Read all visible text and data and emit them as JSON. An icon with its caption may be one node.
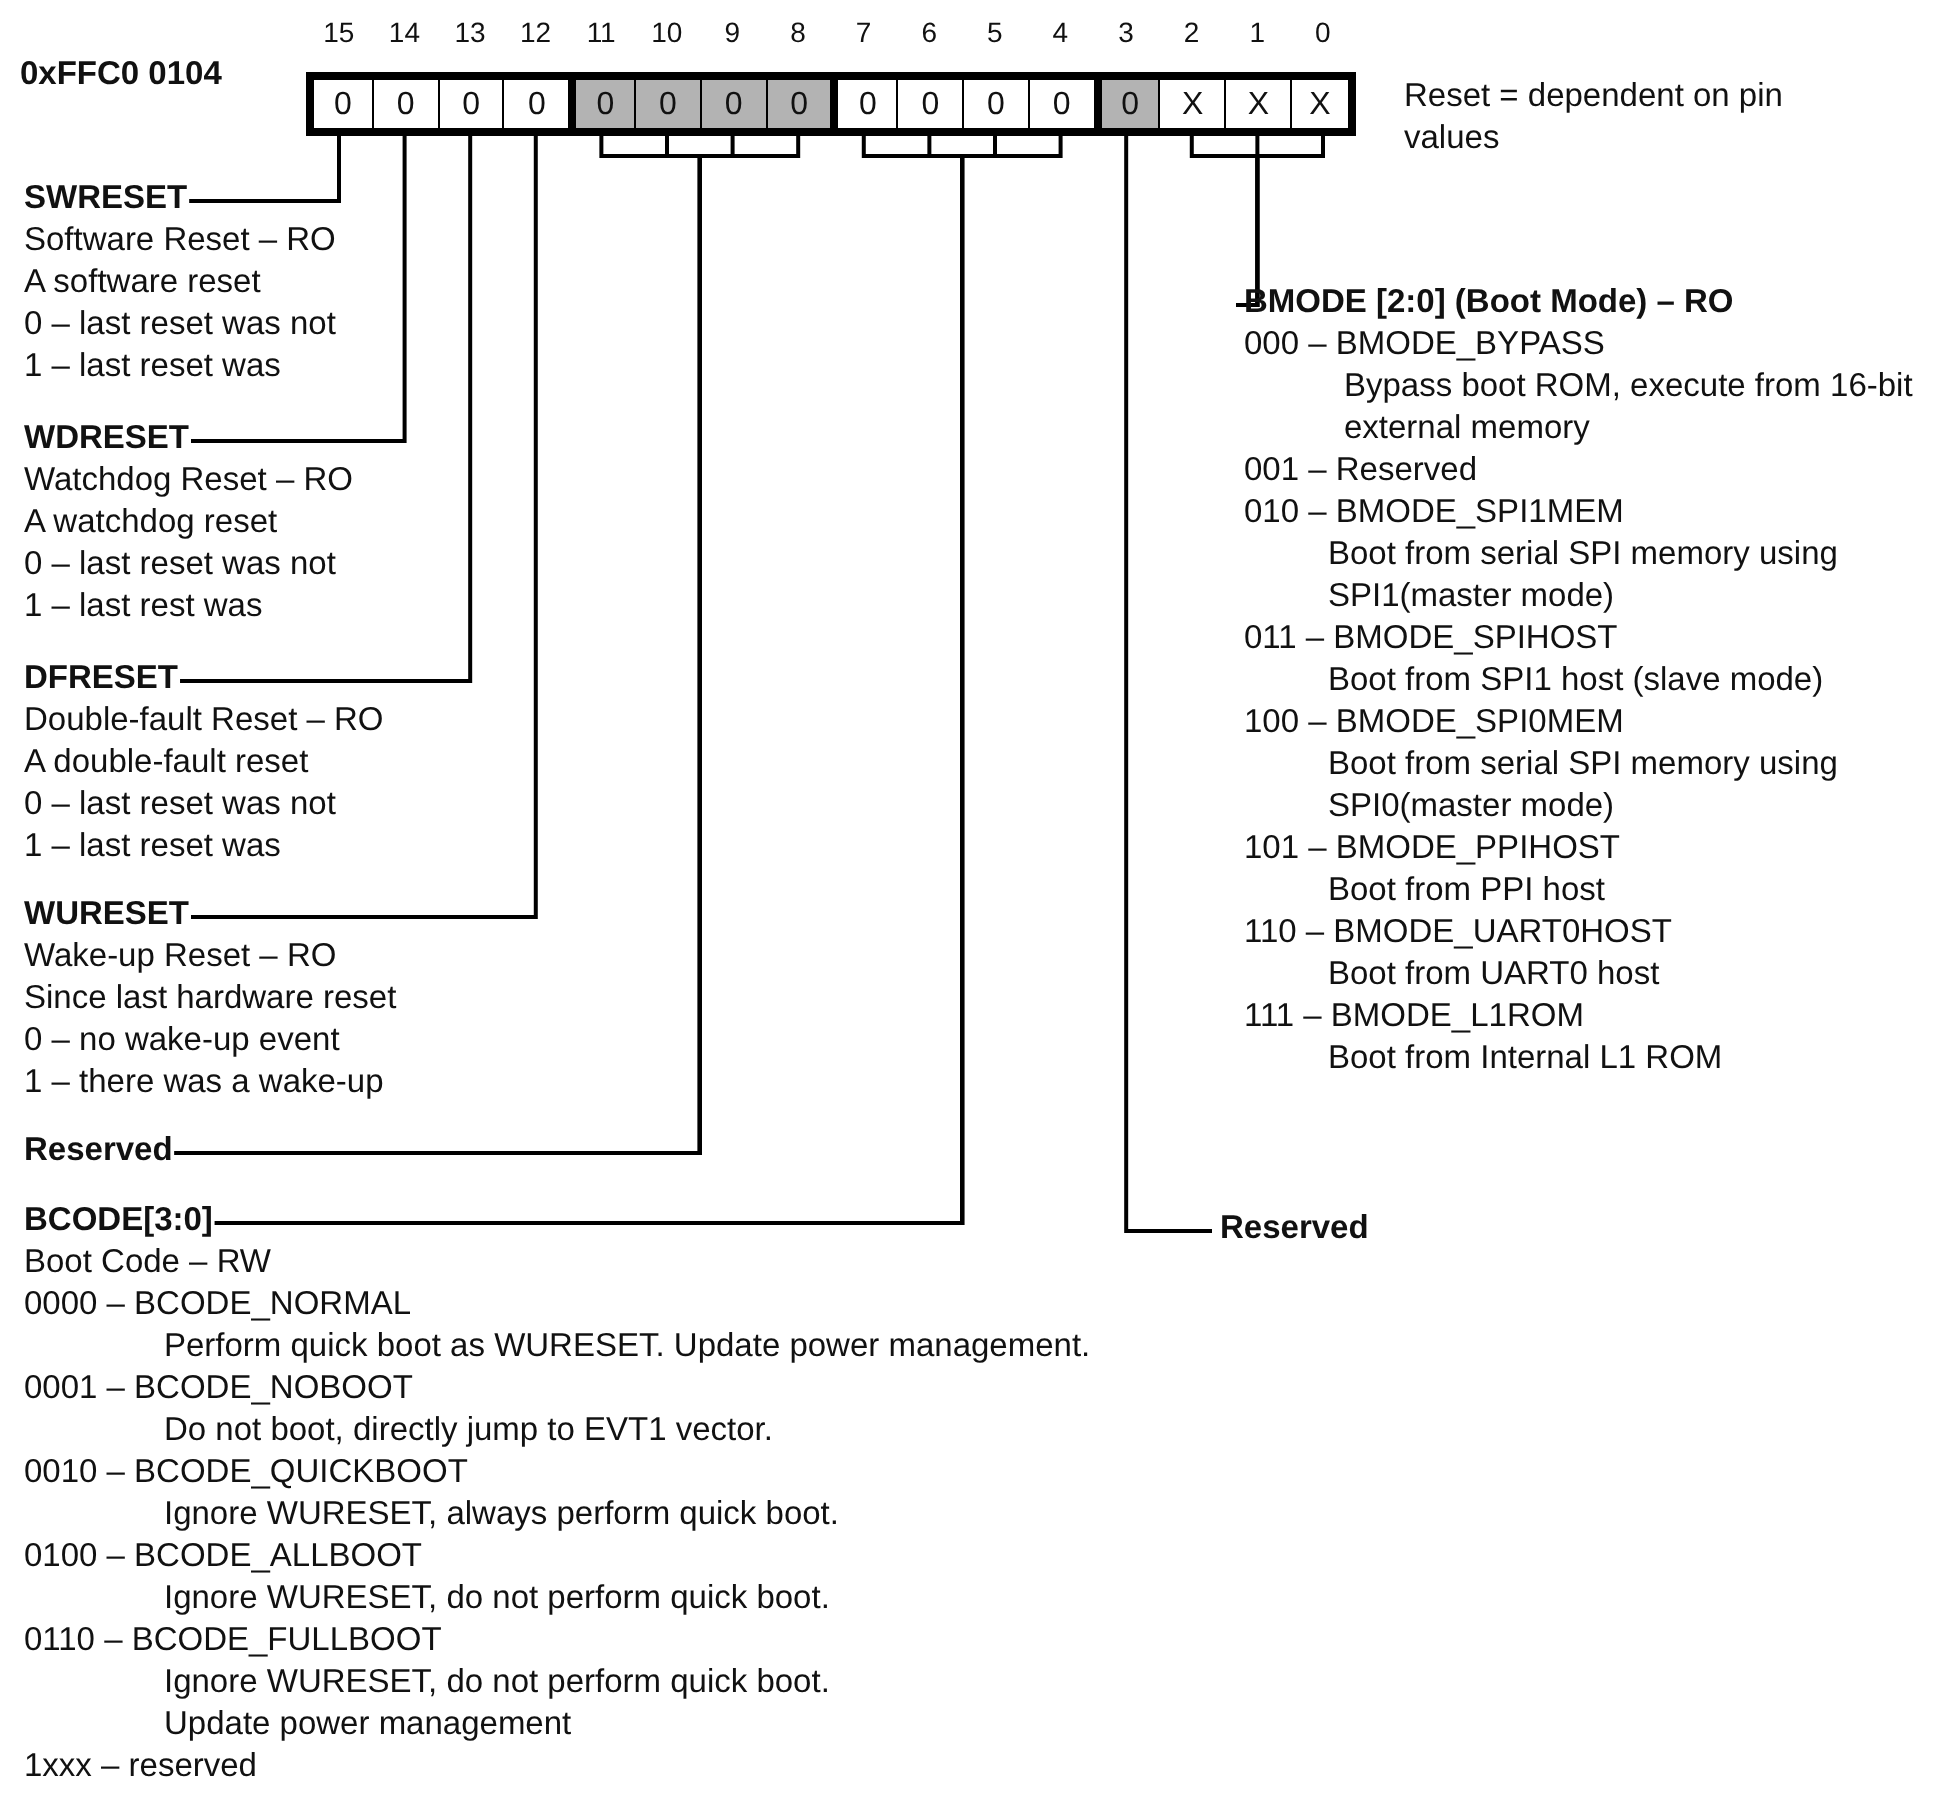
{
  "diagram": {
    "nodes": [
      {
        "text": [
          "0"
        ]
      },
      {
        "text": [
          "0"
        ]
      },
      {
        "text": [
          "0"
        ]
      },
      {
        "text": [
          "0"
        ]
      },
      {
        "text": [
          "0"
        ]
      },
      {
        "text": [
          "0"
        ]
      },
      {
        "text": [
          "0"
        ]
      },
      {
        "text": [
          "0"
        ]
      },
      {
        "text": [
          "0"
        ]
      },
      {
        "text": [
          "0"
        ]
      },
      {
        "text": [
          "0"
        ]
      },
      {
        "text": [
          "0"
        ]
      },
      {
        "text": [
          "0"
        ]
      },
      {
        "text": [
          "X"
        ]
      },
      {
        "text": [
          "X"
        ]
      },
      {
        "text": [
          "X"
        ]
      },
      {
        "text": [
          "SWRESET",
          "Software Reset – RO",
          "A software reset",
          "0 – last reset was not",
          "1 – last reset was"
        ]
      },
      {
        "text": [
          "BMODE [2:0] (Boot Mode) – RO",
          "000 – BMODE_BYPASS",
          "Bypass boot ROM, execute from 16-bit external memory",
          "001 – Reserved",
          "010 – BMODE_SPI1MEM",
          "Boot from serial SPI memory using SPI1(master mode)",
          "011 – BMODE_SPIHOST",
          "Boot from SPI1 host (slave mode)",
          "100 – BMODE_SPI0MEM",
          "Boot from serial SPI memory using SPI0(master mode)",
          "101 – BMODE_PPIHOST",
          "Boot from PPI host",
          "110 – BMODE_UART0HOST",
          "Boot from UART0 host",
          "111 – BMODE_L1ROM",
          "Boot from Internal L1 ROM"
        ]
      },
      {
        "text": [
          "WDRESET",
          "Watchdog Reset – RO",
          "A watchdog reset",
          "0 – last reset was not",
          "1 – last rest was"
        ]
      },
      {
        "text": [
          "DFRESET",
          "Double-fault Reset – RO",
          "A double-fault reset",
          "0 – last reset was not",
          "1 – last reset was"
        ]
      },
      {
        "text": [
          "WURESET",
          "Wake-up Reset – RO",
          "Since last hardware reset",
          "0 – no wake-up event",
          "1 – there was a wake-up"
        ]
      },
      {
        "text": [
          "Reserved"
        ]
      },
      {
        "text": [
          "BCODE[3:0]",
          "Boot Code – RW",
          "0000 – BCODE_NORMAL",
          "Perform quick boot as WURESET. Update power management.",
          "0001 – BCODE_NOBOOT",
          "Do not boot, directly jump to EVT1 vector.",
          "0010 – BCODE_QUICKBOOT",
          "Ignore WURESET, always perform quick boot.",
          "0100 – BCODE_ALLBOOT",
          "Ignore WURESET, do not perform quick boot.",
          "0110 – BCODE_FULLBOOT",
          "Ignore WURESET, do not perform quick boot. Update power management",
          "1xxx – reserved"
        ]
      },
      {
        "text": [
          "Reserved"
        ]
      }
    ],
    "edges": [
      {
        "from": 16,
        "to": 0,
        "arrow": "none"
      },
      {
        "from": 17,
        "to": 13,
        "arrow": "none"
      },
      {
        "from": 17,
        "to": 14,
        "arrow": "none"
      },
      {
        "from": 17,
        "to": 15,
        "arrow": "none"
      },
      {
        "from": 18,
        "to": 1,
        "arrow": "none"
      },
      {
        "from": 19,
        "to": 2,
        "arrow": "none"
      },
      {
        "from": 20,
        "to": 3,
        "arrow": "none"
      },
      {
        "from": 21,
        "to": 4,
        "arrow": "none"
      },
      {
        "from": 21,
        "to": 5,
        "arrow": "none"
      },
      {
        "from": 21,
        "to": 6,
        "arrow": "none"
      },
      {
        "from": 21,
        "to": 7,
        "arrow": "none"
      },
      {
        "from": 22,
        "to": 8,
        "arrow": "none"
      },
      {
        "from": 22,
        "to": 9,
        "arrow": "none"
      },
      {
        "from": 22,
        "to": 10,
        "arrow": "none"
      },
      {
        "from": 22,
        "to": 11,
        "arrow": "none"
      },
      {
        "from": 23,
        "to": 12,
        "arrow": "none"
      }
    ],
    "labels": [
      "15",
      "14",
      "13",
      "12",
      "11",
      "10",
      "9",
      "8",
      "7",
      "6",
      "5",
      "4",
      "3",
      "2",
      "1",
      "0",
      "0xFFC0 0104",
      "Reset = dependent on pin values"
    ]
  }
}
